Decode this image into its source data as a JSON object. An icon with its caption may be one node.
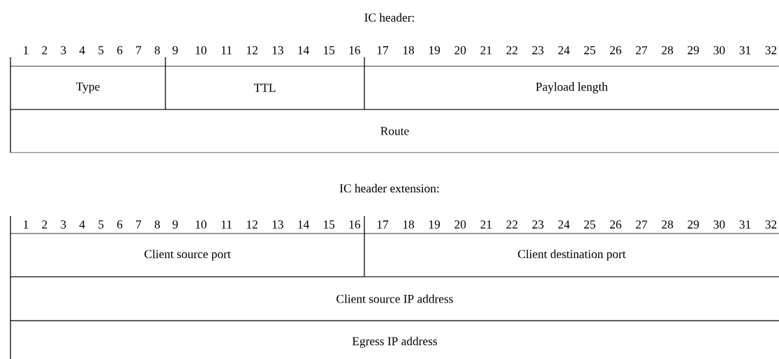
{
  "diagram": {
    "nodes": [
      {
        "text": [
          "Type"
        ]
      },
      {
        "text": [
          "TTL"
        ]
      },
      {
        "text": [
          "Payload length"
        ]
      },
      {
        "text": [
          "Route"
        ]
      },
      {
        "text": [
          "Client source port"
        ]
      },
      {
        "text": [
          "Client destination port"
        ]
      },
      {
        "text": [
          "Client source IP address"
        ]
      },
      {
        "text": [
          "Egress IP address"
        ]
      }
    ],
    "labels": [
      "IC header:",
      "1",
      "2",
      "3",
      "4",
      "5",
      "6",
      "7",
      "8",
      "9",
      "10",
      "11",
      "12",
      "13",
      "14",
      "15",
      "16",
      "17",
      "18",
      "19",
      "20",
      "21",
      "22",
      "23",
      "24",
      "25",
      "26",
      "27",
      "28",
      "29",
      "30",
      "31",
      "32",
      "IC header extension:",
      "1",
      "2",
      "3",
      "4",
      "5",
      "6",
      "7",
      "8",
      "9",
      "10",
      "11",
      "12",
      "13",
      "14",
      "15",
      "16",
      "17",
      "18",
      "19",
      "20",
      "21",
      "22",
      "23",
      "24",
      "25",
      "26",
      "27",
      "28",
      "29",
      "30",
      "31",
      "32"
    ]
  }
}
